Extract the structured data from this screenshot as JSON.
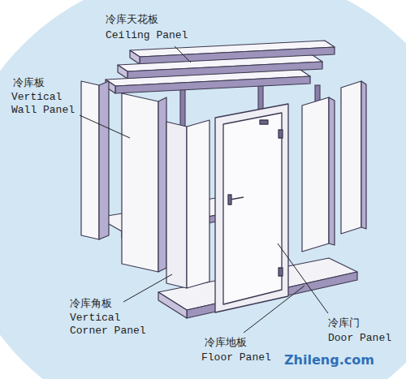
{
  "diagram": {
    "labels": [
      "冷库天花板",
      "Ceiling Panel",
      "冷库板",
      "Vertical Wall Panel",
      "冷库角板",
      "Vertical Corner Panel",
      "冷库地板",
      "Floor Panel",
      "冷库门",
      "Door Panel",
      "Zhileng.com"
    ]
  }
}
